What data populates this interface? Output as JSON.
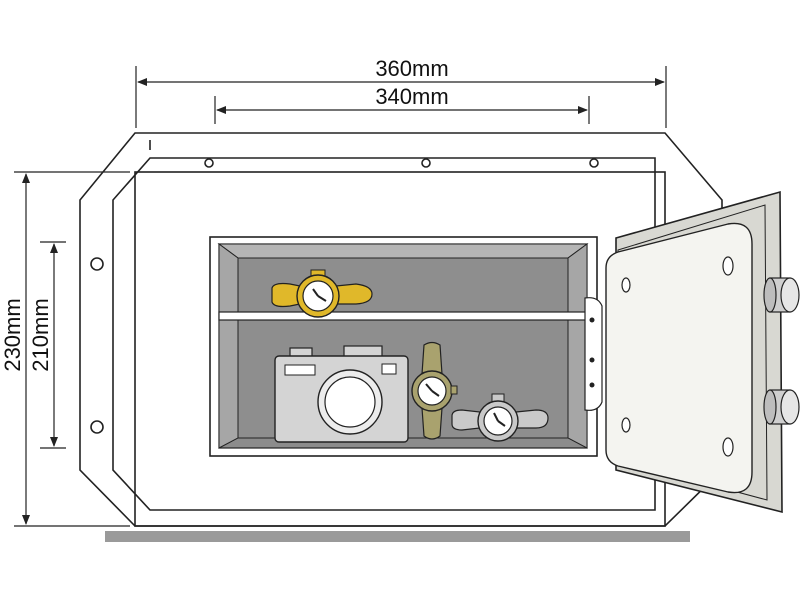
{
  "dimensions": {
    "outer_width": "360mm",
    "inner_width": "340mm",
    "outer_height": "230mm",
    "inner_height": "210mm"
  },
  "colors": {
    "body": "#f2f2ee",
    "interior": "#8c8c8c",
    "door": "#e6e6e0",
    "watch_gold": "#e0b82a",
    "watch_bronze": "#a9a26e",
    "watch_silver": "#c9c9c9",
    "camera": "#d4d4d4",
    "floor": "#9a9a9a"
  },
  "icons": [
    "gold-watch-icon",
    "camera-icon",
    "bronze-watch-icon",
    "silver-watch-icon"
  ]
}
